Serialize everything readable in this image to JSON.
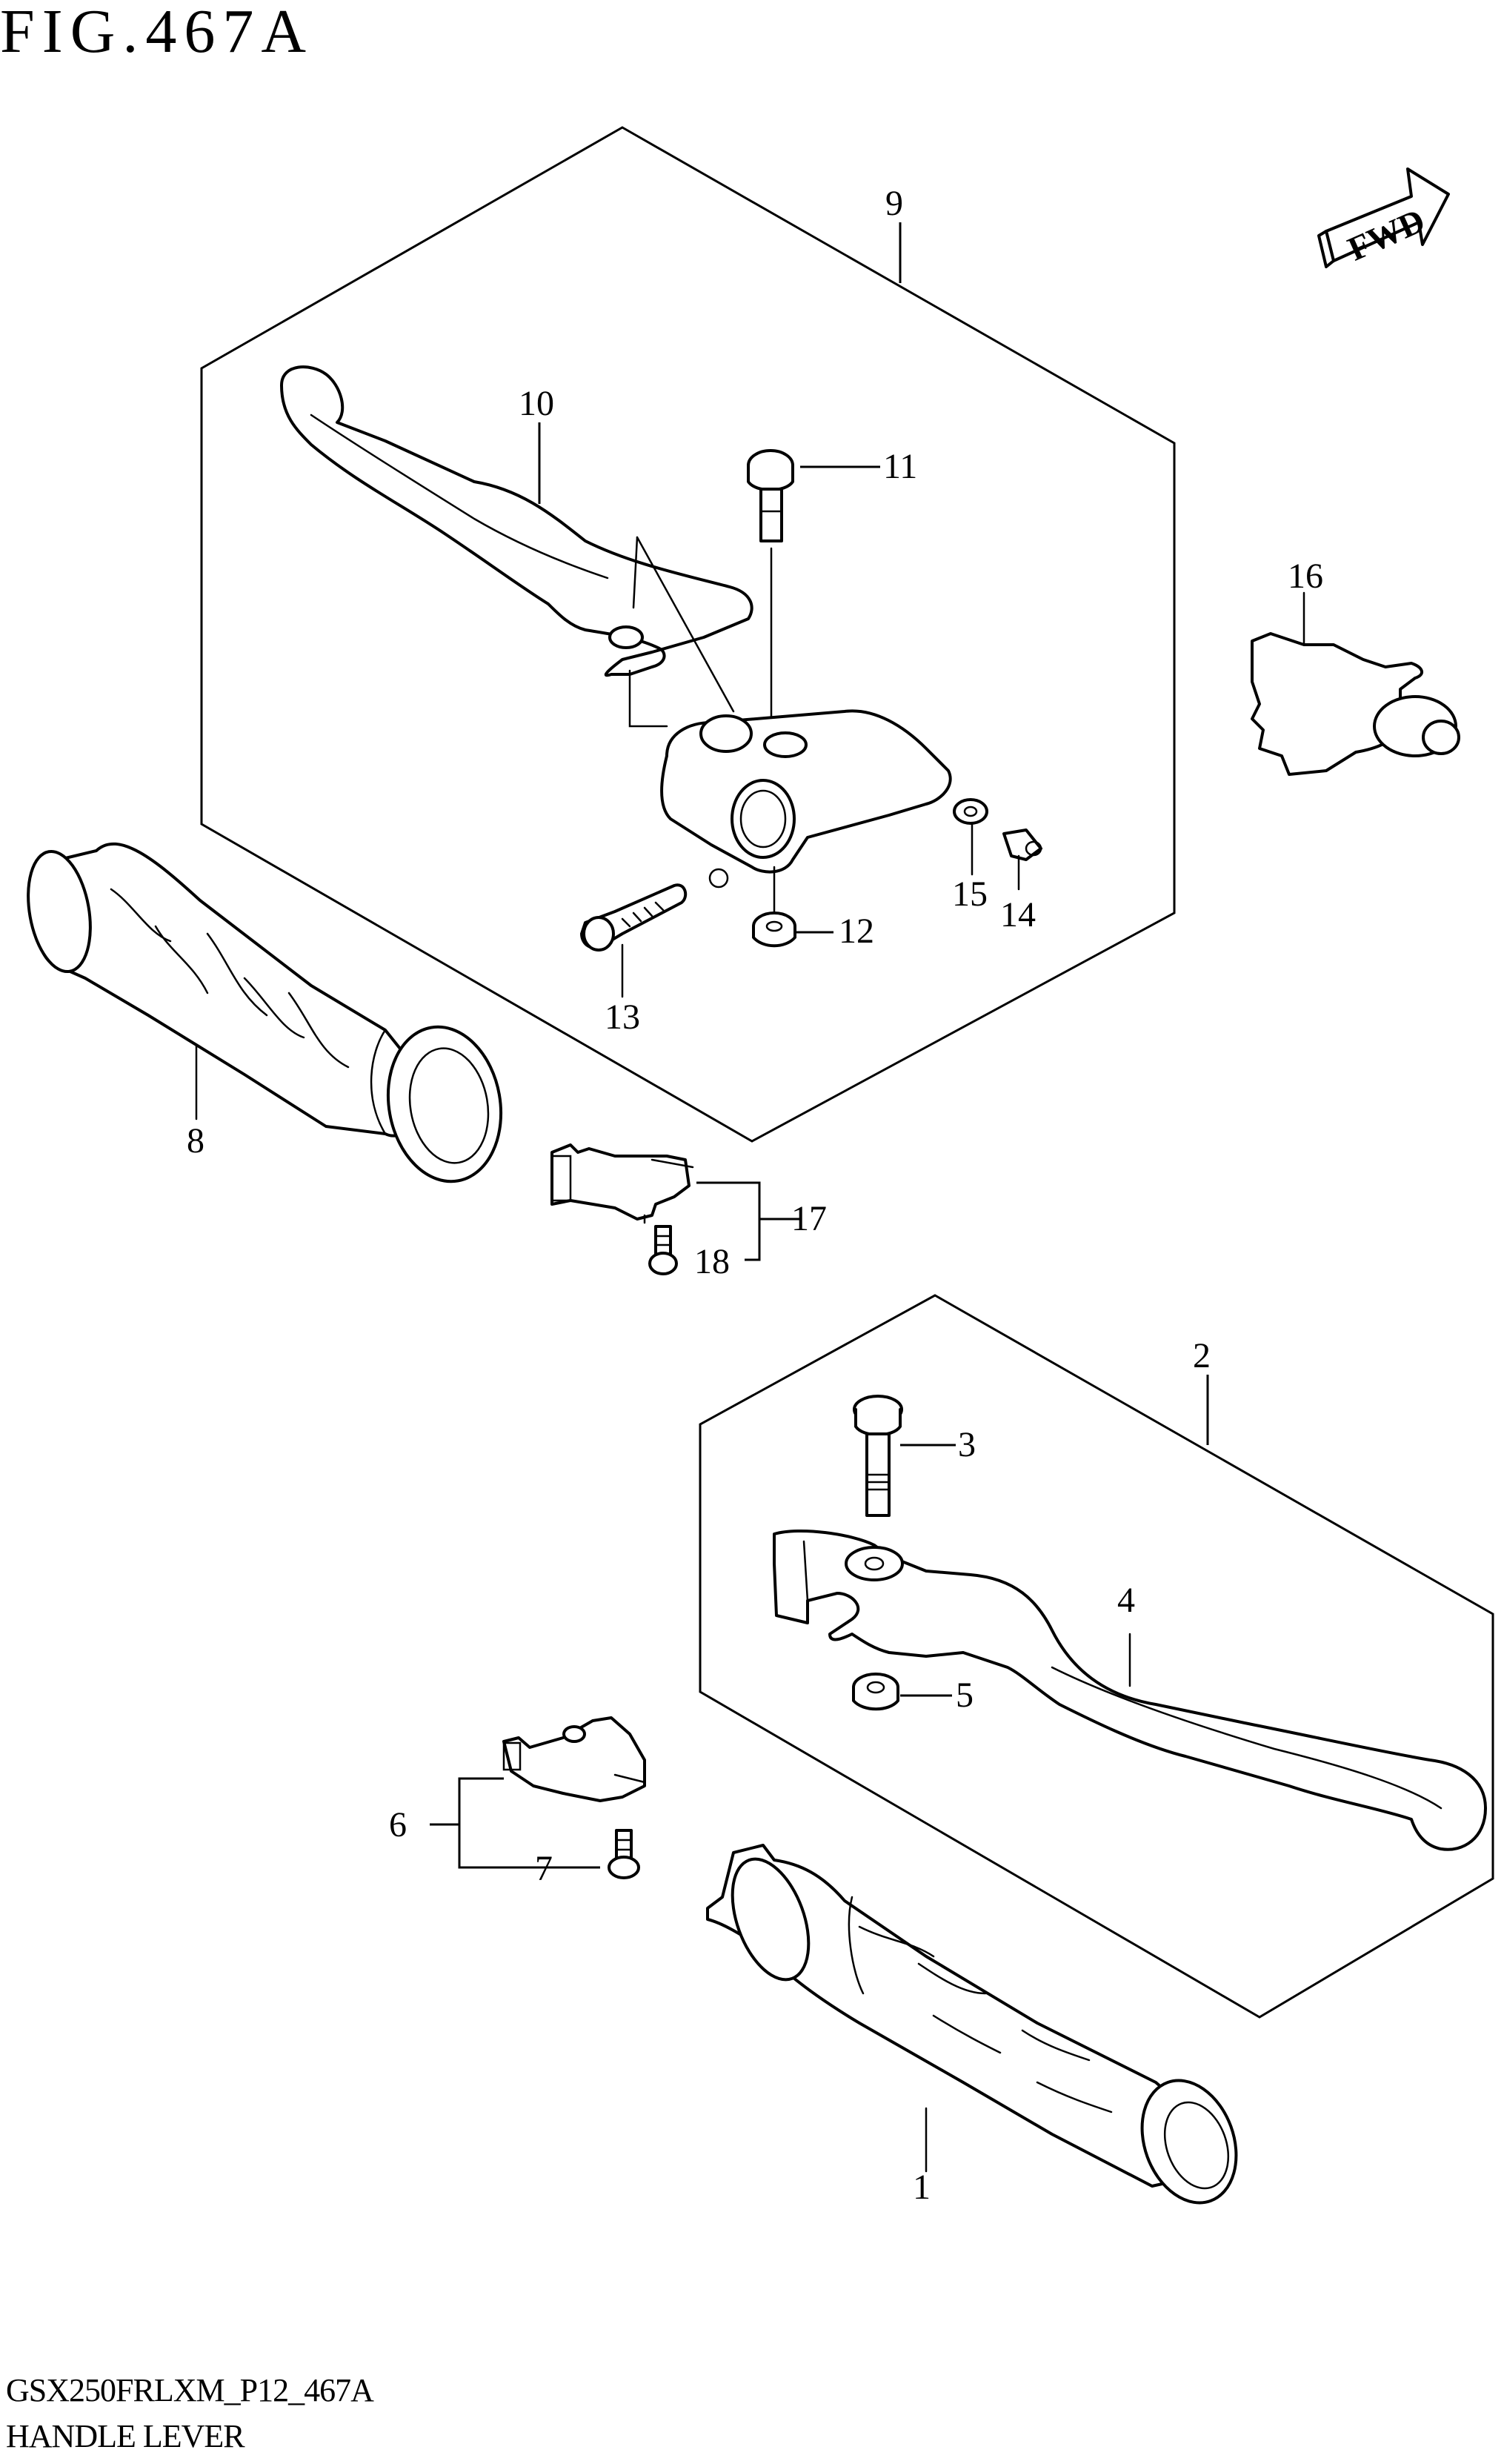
{
  "figure": {
    "title": "FIG.467A",
    "model_code": "GSX250FRLXM_P12_467A",
    "name": "HANDLE LEVER"
  },
  "badge": {
    "label": "FWD"
  },
  "callouts": {
    "c1": "1",
    "c2": "2",
    "c3": "3",
    "c4": "4",
    "c5": "5",
    "c6": "6",
    "c7": "7",
    "c8": "8",
    "c9": "9",
    "c10": "10",
    "c11": "11",
    "c12": "12",
    "c13": "13",
    "c14": "14",
    "c15": "15",
    "c16": "16",
    "c17": "17",
    "c18": "18"
  }
}
